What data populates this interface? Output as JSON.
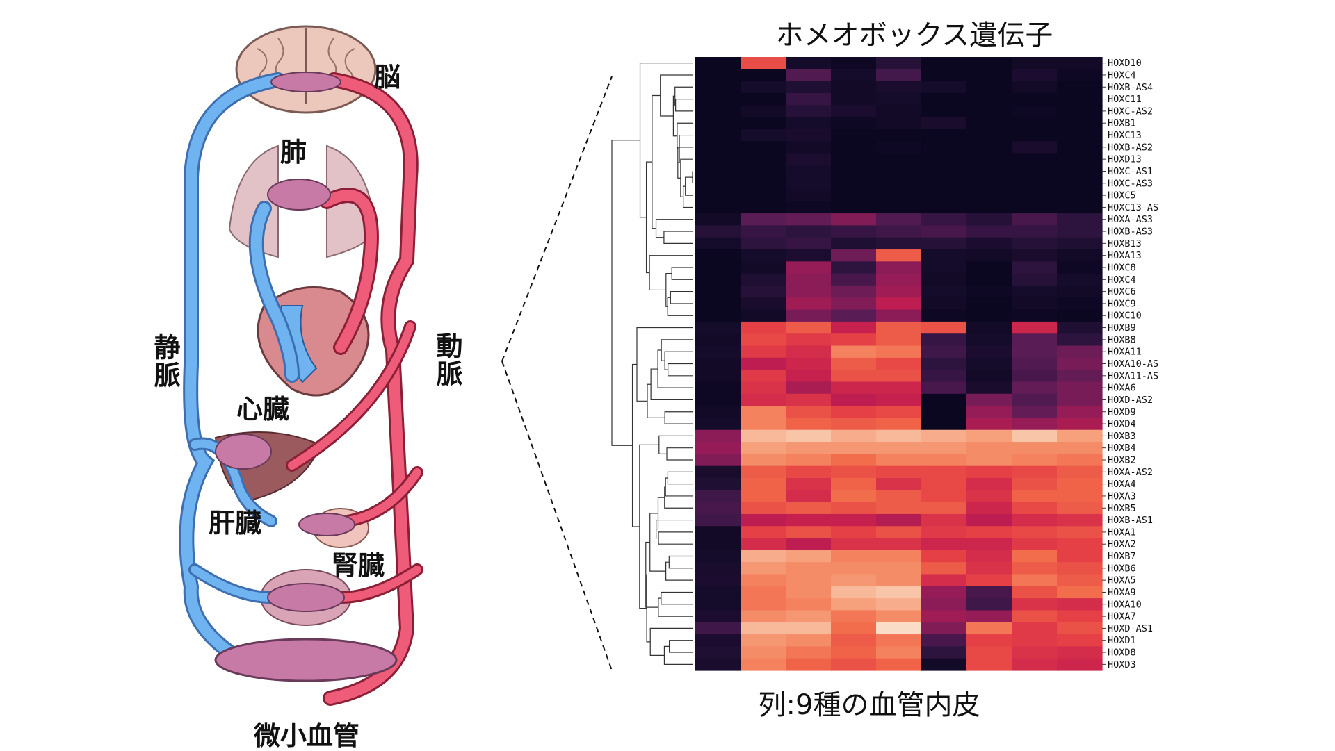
{
  "labels": {
    "brain": "脳",
    "lung": "肺",
    "vein": "静脈",
    "artery": "動脈",
    "heart": "心臓",
    "liver": "肝臓",
    "kidney": "腎臓",
    "microvessel": "微小血管"
  },
  "chart_data": {
    "type": "heatmap",
    "title": "ホメオボックス遺伝子",
    "xlabel": "列:9種の血管内皮",
    "colormap": [
      "#0b0721",
      "#2e1440",
      "#5c1c55",
      "#8f1c58",
      "#c21d4f",
      "#e43d46",
      "#f26a4a",
      "#f6a07a",
      "#f9ddc7"
    ],
    "rows": [
      "HOXD10",
      "HOXC4",
      "HOXB-AS4",
      "HOXC11",
      "HOXC-AS2",
      "HOXB1",
      "HOXC13",
      "HOXB-AS2",
      "HOXD13",
      "HOXC-AS1",
      "HOXC-AS3",
      "HOXC5",
      "HOXC13-AS",
      "HOXA-AS3",
      "HOXB-AS3",
      "HOXB13",
      "HOXA13",
      "HOXC8",
      "HOXC4",
      "HOXC6",
      "HOXC9",
      "HOXC10",
      "HOXB9",
      "HOXB8",
      "HOXA11",
      "HOXA10-AS",
      "HOXA11-AS",
      "HOXA6",
      "HOXD-AS2",
      "HOXD9",
      "HOXD4",
      "HOXB3",
      "HOXB4",
      "HOXB2",
      "HOXA-AS2",
      "HOXA4",
      "HOXA3",
      "HOXB5",
      "HOXB-AS1",
      "HOXA1",
      "HOXA2",
      "HOXB7",
      "HOXB6",
      "HOXA5",
      "HOXA9",
      "HOXA10",
      "HOXA7",
      "HOXD-AS1",
      "HOXD1",
      "HOXD8",
      "HOXD3"
    ],
    "values": [
      [
        0,
        5.5,
        0.3,
        0.1,
        0.8,
        0,
        0,
        0.2,
        0.2
      ],
      [
        0,
        0,
        1.8,
        0.3,
        1.5,
        0,
        0,
        0.5,
        0.1
      ],
      [
        0,
        0.3,
        0.6,
        0.2,
        0.4,
        0.3,
        0,
        0.2,
        0
      ],
      [
        0,
        0,
        1.2,
        0.2,
        0.3,
        0,
        0,
        0,
        0
      ],
      [
        0,
        0.2,
        0.8,
        0.5,
        0.2,
        0,
        0,
        0.1,
        0
      ],
      [
        0,
        0,
        0.3,
        0.1,
        0.2,
        0.4,
        0,
        0,
        0
      ],
      [
        0,
        0.3,
        0.4,
        0,
        0,
        0,
        0,
        0,
        0
      ],
      [
        0,
        0,
        0.2,
        0,
        0.1,
        0,
        0,
        0.4,
        0
      ],
      [
        0,
        0,
        0.5,
        0,
        0,
        0,
        0,
        0,
        0
      ],
      [
        0,
        0,
        0.3,
        0,
        0,
        0,
        0,
        0,
        0
      ],
      [
        0,
        0,
        0.3,
        0,
        0,
        0,
        0,
        0,
        0
      ],
      [
        0,
        0,
        0.2,
        0,
        0,
        0,
        0,
        0,
        0
      ],
      [
        0,
        0,
        0.1,
        0,
        0,
        0,
        0,
        0,
        0
      ],
      [
        0.2,
        2.0,
        2.2,
        2.8,
        1.8,
        1.2,
        0.8,
        1.6,
        1.0
      ],
      [
        0.8,
        1.2,
        1.0,
        1.2,
        1.4,
        1.6,
        1.2,
        1.2,
        1.0
      ],
      [
        0.3,
        1.0,
        1.2,
        0.6,
        0.8,
        0.8,
        0.5,
        0.8,
        0.6
      ],
      [
        0,
        0.3,
        0.5,
        2.4,
        5.8,
        0.3,
        0.2,
        0.4,
        0.2
      ],
      [
        0,
        0.2,
        3.2,
        1.0,
        3.0,
        0.3,
        0,
        1.0,
        0.1
      ],
      [
        0,
        0.6,
        3.0,
        1.6,
        3.2,
        0.2,
        0,
        0.8,
        0.3
      ],
      [
        0,
        0.8,
        3.0,
        2.4,
        3.4,
        0.3,
        0.1,
        0.3,
        0.2
      ],
      [
        0,
        0.4,
        3.4,
        2.8,
        4.0,
        0.2,
        0,
        0.2,
        0.1
      ],
      [
        0,
        0.2,
        2.6,
        2.0,
        3.0,
        0.1,
        0,
        0.1,
        0
      ],
      [
        0.3,
        5.2,
        5.8,
        4.2,
        5.8,
        5.6,
        0.2,
        4.4,
        0.6
      ],
      [
        0.2,
        5.4,
        5.0,
        5.2,
        5.8,
        1.2,
        0.3,
        2.0,
        1.0
      ],
      [
        0.3,
        5.0,
        4.6,
        6.6,
        6.4,
        1.4,
        0.5,
        2.0,
        2.4
      ],
      [
        0.2,
        4.0,
        4.4,
        5.8,
        5.4,
        1.0,
        0.3,
        1.8,
        2.6
      ],
      [
        0.2,
        5.0,
        4.2,
        5.6,
        5.6,
        1.2,
        0.2,
        1.6,
        2.2
      ],
      [
        0.1,
        4.8,
        3.6,
        4.4,
        4.4,
        1.6,
        0.4,
        2.2,
        2.6
      ],
      [
        0.1,
        4.6,
        4.8,
        4.0,
        4.2,
        0,
        2.6,
        1.8,
        2.6
      ],
      [
        0.2,
        6.6,
        5.6,
        5.2,
        5.4,
        0,
        3.2,
        2.2,
        3.2
      ],
      [
        0.3,
        6.6,
        6.0,
        5.8,
        6.0,
        0,
        3.6,
        3.2,
        3.6
      ],
      [
        3.0,
        7.6,
        7.8,
        7.4,
        7.6,
        7.4,
        7.2,
        7.8,
        7.2
      ],
      [
        3.2,
        7.2,
        7.0,
        7.0,
        7.0,
        7.0,
        6.8,
        6.8,
        6.8
      ],
      [
        2.8,
        6.8,
        6.6,
        6.2,
        6.6,
        6.6,
        6.8,
        6.6,
        6.4
      ],
      [
        0.4,
        5.8,
        5.4,
        5.6,
        5.4,
        5.4,
        5.2,
        5.4,
        5.8
      ],
      [
        0.6,
        6.0,
        4.8,
        6.0,
        4.8,
        5.4,
        4.6,
        5.6,
        6.0
      ],
      [
        1.4,
        6.0,
        4.6,
        6.2,
        5.8,
        5.4,
        4.8,
        6.0,
        6.0
      ],
      [
        1.6,
        5.6,
        5.8,
        5.6,
        5.8,
        5.8,
        4.4,
        5.4,
        5.8
      ],
      [
        1.4,
        4.0,
        4.2,
        4.2,
        3.8,
        4.8,
        4.0,
        4.6,
        4.8
      ],
      [
        0.2,
        5.2,
        5.6,
        5.2,
        5.6,
        5.0,
        5.2,
        5.4,
        5.6
      ],
      [
        0.2,
        4.6,
        4.0,
        4.8,
        4.8,
        4.4,
        4.4,
        5.0,
        5.2
      ],
      [
        0.3,
        7.4,
        7.2,
        6.6,
        6.6,
        5.2,
        4.6,
        6.2,
        5.2
      ],
      [
        0.4,
        7.0,
        6.8,
        6.8,
        6.8,
        5.8,
        4.8,
        5.8,
        5.6
      ],
      [
        0.5,
        6.6,
        6.8,
        7.0,
        6.8,
        4.6,
        5.2,
        6.4,
        5.8
      ],
      [
        0.3,
        6.4,
        6.8,
        7.6,
        7.8,
        3.2,
        1.6,
        5.6,
        6.2
      ],
      [
        0.3,
        6.4,
        6.6,
        7.2,
        7.4,
        3.0,
        1.4,
        4.8,
        4.6
      ],
      [
        0.5,
        6.8,
        7.0,
        6.4,
        6.8,
        3.4,
        3.2,
        5.6,
        5.2
      ],
      [
        1.4,
        7.6,
        7.6,
        6.2,
        8.2,
        2.8,
        6.4,
        5.0,
        5.6
      ],
      [
        0.5,
        7.0,
        6.8,
        5.8,
        6.4,
        1.6,
        5.2,
        5.0,
        5.2
      ],
      [
        0.6,
        6.8,
        6.4,
        6.0,
        6.6,
        1.0,
        5.4,
        4.8,
        4.6
      ],
      [
        0.4,
        6.6,
        6.0,
        5.6,
        6.0,
        0.2,
        5.4,
        4.6,
        4.4
      ]
    ],
    "vmin": 0,
    "vmax": 8.2
  }
}
